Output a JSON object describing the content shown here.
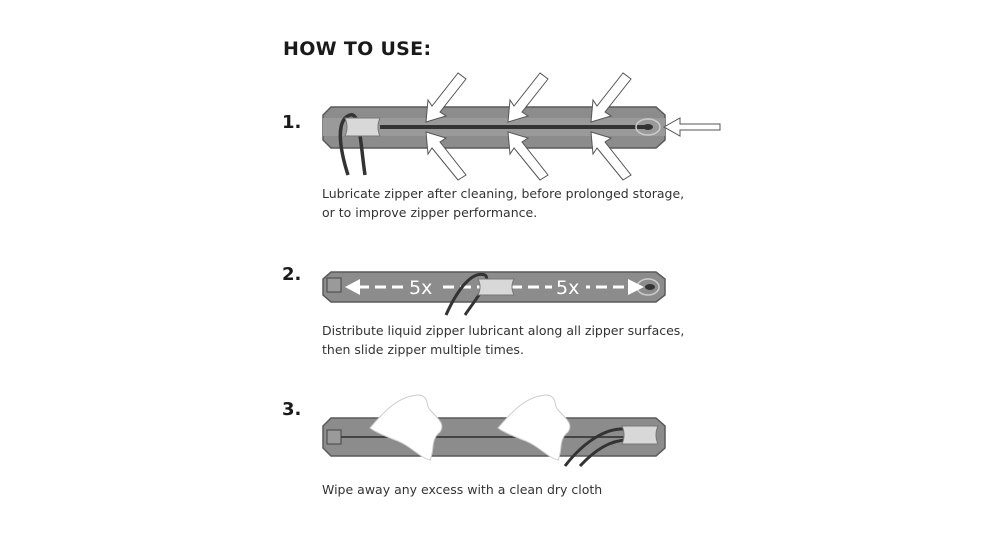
{
  "title": "HOW TO USE:",
  "steps": [
    {
      "number": "1.",
      "caption_lines": [
        "Lubricate zipper after cleaning, before prolonged storage,",
        "or to improve zipper performance."
      ]
    },
    {
      "number": "2.",
      "caption_lines": [
        "Distribute liquid zipper lubricant along all zipper surfaces,",
        "then slide zipper multiple times."
      ],
      "repeat_label_left": "5x",
      "repeat_label_right": "5x"
    },
    {
      "number": "3.",
      "caption_lines": [
        "Wipe away any excess with a clean dry cloth"
      ]
    }
  ],
  "colors": {
    "tape": "#8c8c8c",
    "tape_edge": "#5a5a5a",
    "coil": "#3a3a3a",
    "slider": "#d4d4d4"
  }
}
